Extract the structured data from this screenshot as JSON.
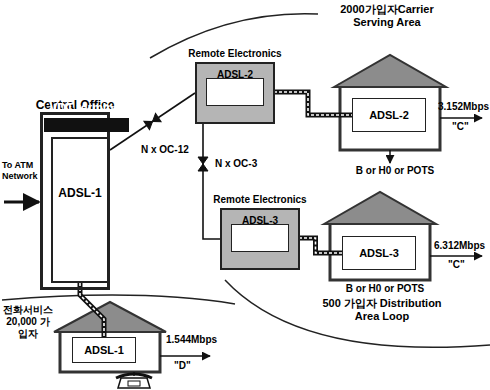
{
  "diagram": {
    "nodes": [
      {
        "text": [
          "Central Office"
        ]
      },
      {
        "text": [
          "VDT terminal"
        ],
        "in": 0
      },
      {
        "text": [
          "ADSL-1"
        ],
        "in": 0
      },
      {
        "text": [
          "Remote Electronics"
        ]
      },
      {
        "text": [
          "ADSL-2"
        ],
        "in": 3
      },
      {
        "text": [
          "Remote Electronics"
        ]
      },
      {
        "text": [
          "ADSL-3"
        ],
        "in": 5
      },
      {
        "text": [
          "ADSL-2"
        ]
      },
      {
        "text": [
          "ADSL-3"
        ]
      },
      {
        "text": [
          "ADSL-1"
        ]
      }
    ],
    "edges": [
      {
        "from": 0,
        "to": 3,
        "label": "N x OC-12",
        "arrow": "none"
      },
      {
        "from": 3,
        "to": 5,
        "label": "N x OC-3",
        "arrow": "none"
      },
      {
        "from": 4,
        "to": 7,
        "arrow": "none"
      },
      {
        "from": 6,
        "to": 8,
        "arrow": "none"
      },
      {
        "from": 2,
        "to": 9,
        "arrow": "none"
      }
    ],
    "labels": [
      "2000가입자Carrier Serving Area",
      "To ATM Network",
      "3.152Mbps",
      "\"C\"",
      "B or H0 or POTS",
      "6.312Mbps",
      "\"C\"",
      "B or H0 or POTS",
      "1.544Mbps",
      "\"D\"",
      "전화서비스 20,000 가입자",
      "500 가입자 Distribution Area Loop"
    ]
  }
}
